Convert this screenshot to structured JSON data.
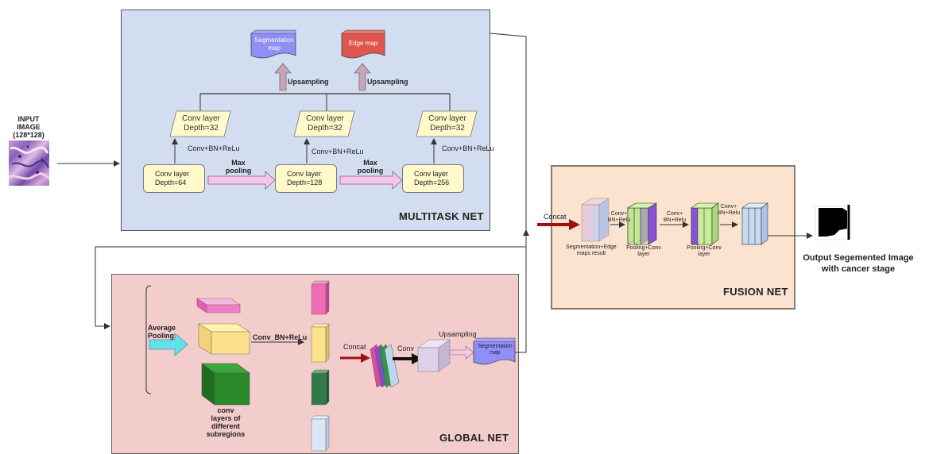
{
  "input": {
    "line1": "INPUT",
    "line2": "IMAGE",
    "line3": "(128*128)"
  },
  "multitask": {
    "title": "MULTITASK NET",
    "seg_map": {
      "line1": "Segmentation",
      "line2": "map"
    },
    "edge_map": "Edge map",
    "upsampling": "Upsampling",
    "top_convs": [
      {
        "line1": "Conv layer",
        "line2": "Depth=32"
      },
      {
        "line1": "Conv layer",
        "line2": "Depth=32"
      },
      {
        "line1": "Conv layer",
        "line2": "Depth=32"
      }
    ],
    "conv_bn": "Conv+BN+ReLu",
    "bottom_convs": [
      {
        "line1": "Conv layer",
        "line2": "Depth=64"
      },
      {
        "line1": "Conv layer",
        "line2": "Depth=128"
      },
      {
        "line1": "Conv layer",
        "line2": "Depth=256"
      }
    ],
    "max_pooling": {
      "line1": "Max",
      "line2": "pooling"
    }
  },
  "global": {
    "title": "GLOBAL NET",
    "avg_pooling": {
      "line1": "Average",
      "line2": "Pooling"
    },
    "conv_bn": "Conv_BN+ReLu",
    "subregions": {
      "line1": "conv",
      "line2": "layers of",
      "line3": "different",
      "line4": "subregions"
    },
    "concat": "Concat",
    "conv": "Conv",
    "upsampling": "Upsampling",
    "seg_map": {
      "line1": "Segmentation",
      "line2": "map"
    }
  },
  "fusion": {
    "title": "FUSION NET",
    "concat": "Concat",
    "conv_bn_relu_1": {
      "line1": "Conv+",
      "line2": "BN+Relu"
    },
    "conv_bn_relu_2": {
      "line1": "Conv+",
      "line2": "BN+Relu"
    },
    "conv_bn_relu_3": {
      "line1": "Conv+",
      "line2": "BN+Relu"
    },
    "seg_edge": {
      "line1": "Segmentation+Edge",
      "line2": "maps result"
    },
    "pool_conv_1": {
      "line1": "Pooling+Conv",
      "line2": "layer"
    },
    "pool_conv_2": {
      "line1": "Pooling+Conv",
      "line2": "layer"
    }
  },
  "output": {
    "line1": "Output Segemented Image",
    "line2": "with cancer stage"
  },
  "colors": {
    "multitask_bg": "#d3ddf0",
    "global_bg": "#f3cccc",
    "fusion_bg": "#fbe3cf",
    "seg_map": "#8f8ff5",
    "edge_map": "#e05550",
    "concat_arrow": "#a01010",
    "pool_arrow": "#f5c6ec",
    "up_arrow": "#c9a4b4"
  }
}
